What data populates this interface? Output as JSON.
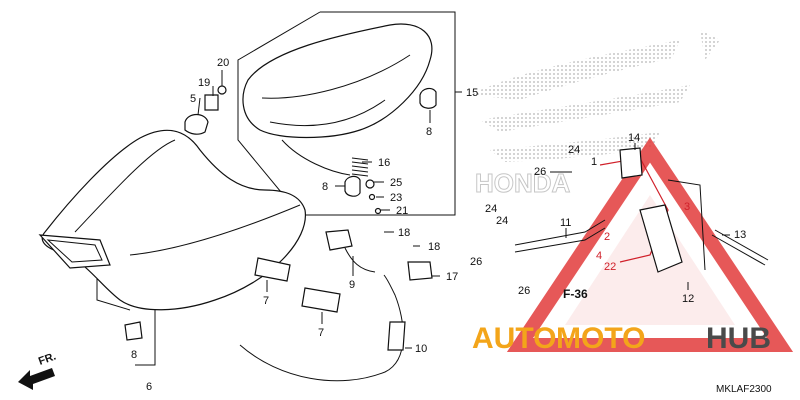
{
  "diagram": {
    "code": "MKLAF2300",
    "front_label": "FR.",
    "ref_label": "F-36",
    "callouts": {
      "c1": "1",
      "c2": "2",
      "c3": "3",
      "c4": "4",
      "c5": "5",
      "c6": "6",
      "c7a": "7",
      "c7b": "7",
      "c8a": "8",
      "c8b": "8",
      "c8c": "8",
      "c9": "9",
      "c10": "10",
      "c11": "11",
      "c12": "12",
      "c13": "13",
      "c14": "14",
      "c15": "15",
      "c16": "16",
      "c17": "17",
      "c18a": "18",
      "c18b": "18",
      "c19": "19",
      "c20": "20",
      "c21": "21",
      "c22": "22",
      "c23": "23",
      "c24a": "24",
      "c24b": "24",
      "c24c": "24",
      "c25": "25",
      "c26a": "26",
      "c26b": "26",
      "c26c": "26"
    }
  },
  "watermark": {
    "brand_auto": "AUTO",
    "brand_moto": "MOTO",
    "brand_hub": "HUB",
    "honda_text": "HONDA",
    "colors": {
      "orange": "#f3a51a",
      "red": "#e23b3b",
      "gray": "#4a4a4a"
    }
  }
}
